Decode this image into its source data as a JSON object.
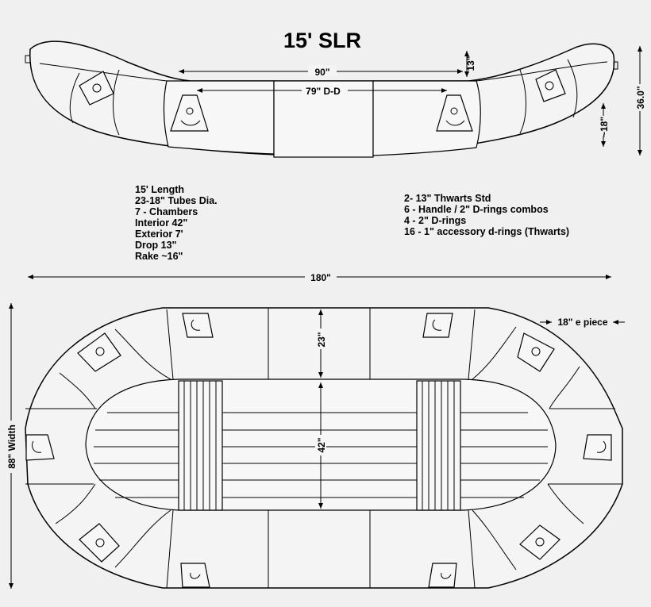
{
  "title": "15' SLR",
  "specs_left": [
    "15' Length",
    "23-18\" Tubes Dia.",
    "7 - Chambers",
    "Interior 42\"",
    "Exterior 7'",
    "Drop 13\"",
    "Rake ~16\""
  ],
  "specs_right": [
    "2- 13\" Thwarts Std",
    "6 - Handle / 2\" D-rings combos",
    "4 - 2\" D-rings",
    "16 - 1\" accessory d-rings (Thwarts)"
  ],
  "side_view": {
    "dim_90": "90\"",
    "dim_79_dd": "79\" D-D",
    "dim_13": "13\"",
    "dim_18": "~18\"",
    "dim_36": "36.0\""
  },
  "top_view": {
    "dim_180": "180\"",
    "dim_88_width": "88\" Width",
    "dim_23": "23\"",
    "dim_42": "42\"",
    "dim_18_piece": "18\" e piece"
  },
  "colors": {
    "ink": "#000000",
    "background": "#f0f0f0"
  }
}
